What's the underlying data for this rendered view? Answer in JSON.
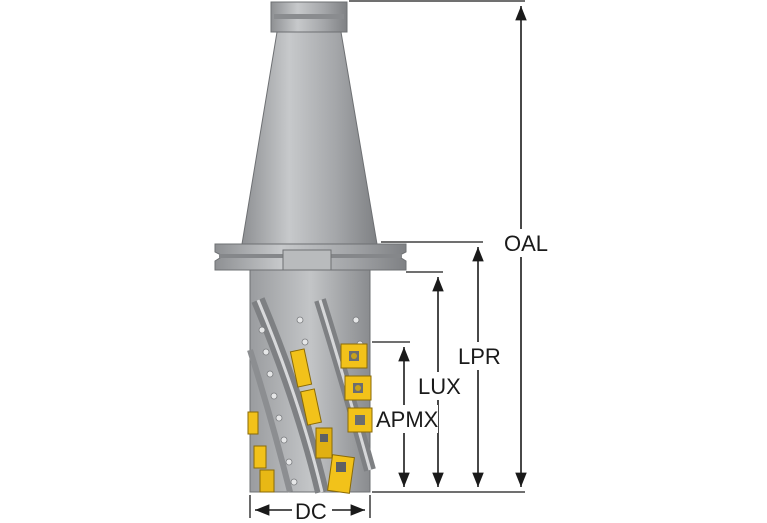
{
  "drawing": {
    "labels": {
      "oal": "OAL",
      "lpr": "LPR",
      "lux": "LUX",
      "apmx": "APMX",
      "dc": "DC"
    },
    "colors": {
      "background": "#ffffff",
      "body_gray": "#a7a9ac",
      "body_light": "#c9cbcd",
      "body_dark": "#7d7f82",
      "insert_gold": "#f2c21a",
      "insert_dark": "#b08a0c",
      "dimension_line": "#1a1a1a"
    }
  }
}
